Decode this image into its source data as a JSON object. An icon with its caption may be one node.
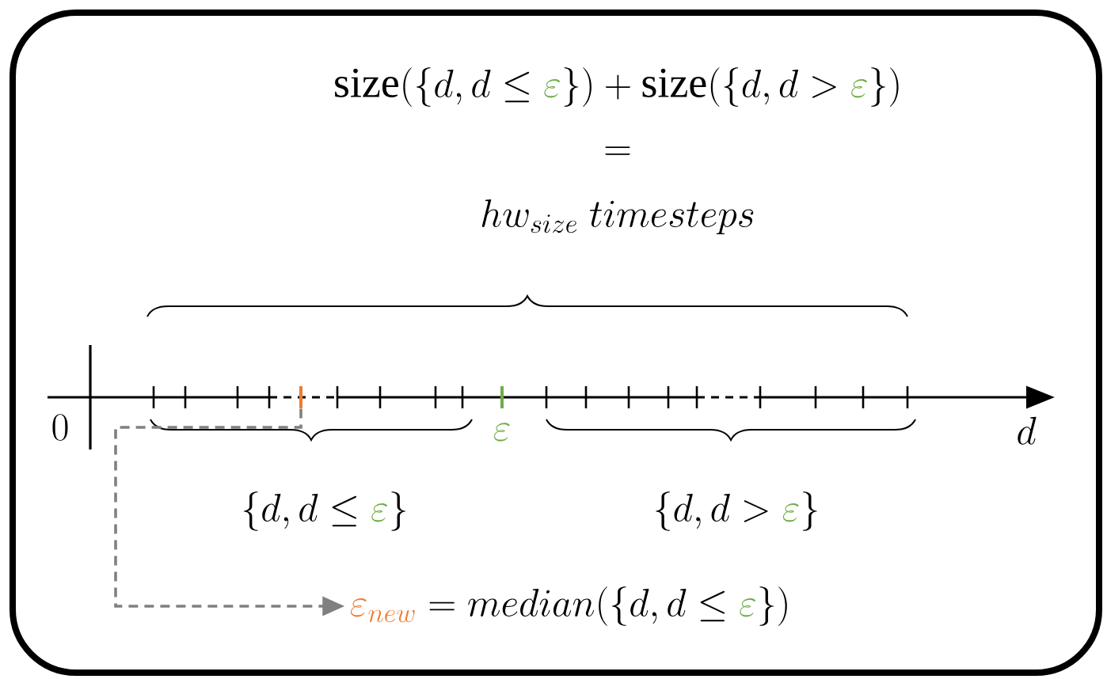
{
  "diagram": {
    "nodes": [
      {
        "text": [],
        "shape": "bar"
      },
      {
        "text": [
          "\\textcolor[HTML]{ED7D31}{\\varepsilon_{new}} = median(\\{d, d \\le \\textcolor[HTML]{70AD47}{\\varepsilon}\\})"
        ]
      }
    ],
    "edges": [
      {
        "from": 0,
        "to": 1,
        "arrow": "to",
        "style": "dashed",
        "color": "#808080"
      }
    ],
    "labels": [
      "\\mathrm{size}(\\{d, d \\le \\textcolor[HTML]{70AD47}{\\varepsilon}\\}) + \\mathrm{size}(\\{d, d > \\textcolor[HTML]{70AD47}{\\varepsilon}\\})",
      "=",
      "hw_{size}\\ timesteps",
      "0",
      "\\textcolor[HTML]{70AD47}{\\varepsilon}",
      "d",
      "\\{d, d \\le \\textcolor[HTML]{70AD47}{\\varepsilon}\\}",
      "\\{d, d > \\textcolor[HTML]{70AD47}{\\varepsilon}\\}"
    ]
  }
}
